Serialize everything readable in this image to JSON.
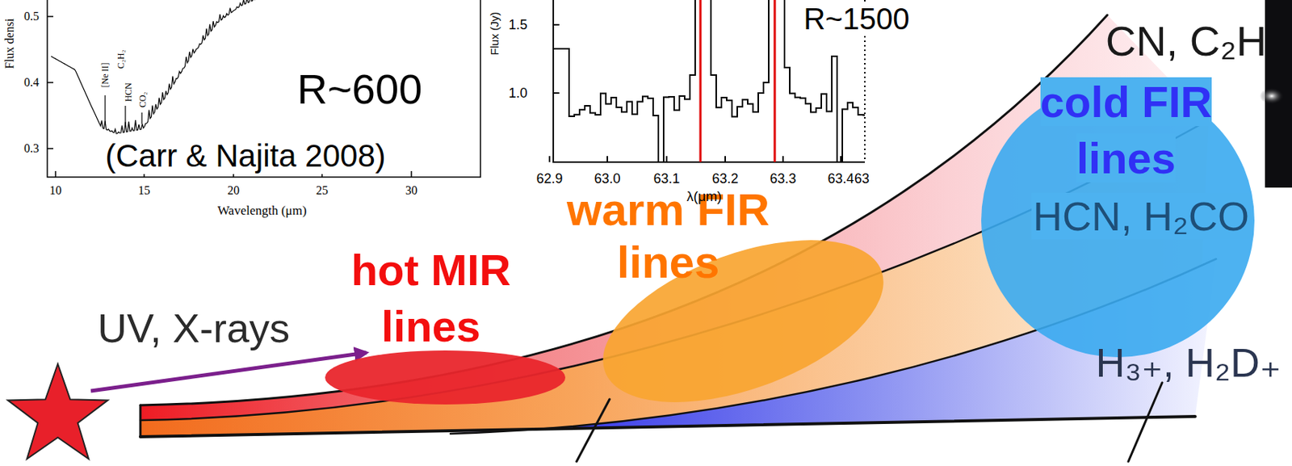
{
  "diagram": {
    "nodes": [
      {
        "text": [
          "hot MIR lines"
        ]
      },
      {
        "text": [
          "warm FIR lines"
        ]
      },
      {
        "text": [
          "cold FIR lines"
        ]
      }
    ],
    "labels": [
      "Flux densi",
      "0.5",
      "0.4",
      "0.3",
      "10",
      "15",
      "20",
      "25",
      "30",
      "Wavelength (μm)",
      "[Ne II]",
      "C₂H₂",
      "HCN",
      "CO₂",
      "R~600",
      "(Carr & Najita 2008)",
      "Flux (Jy)",
      "1.5",
      "1.0",
      "62.9",
      "63.0",
      "63.1",
      "63.2",
      "63.3",
      "63.4",
      "63",
      "λ(μm)",
      "R~1500",
      "UV, X-rays",
      "CN, C₂H",
      "HCN, H₂CO",
      "H₃₊, H₂D₊"
    ]
  }
}
